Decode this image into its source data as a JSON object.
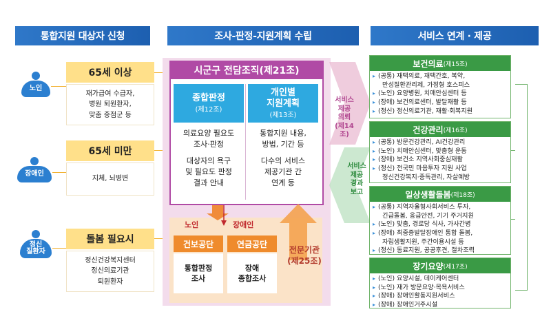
{
  "columns": {
    "apply": "통합지원 대상자 신청",
    "plan": "조사-판정-지원계획 수립",
    "service": "서비스 연계 · 제공"
  },
  "targets": [
    {
      "avatar": "노인",
      "title": "65세 이상",
      "desc": [
        "재가급여 수급자,",
        "병원 퇴원환자,",
        "맞춤 중점군 등"
      ]
    },
    {
      "avatar": "장애인",
      "title": "65세 미만",
      "desc": [
        "지체, 뇌병변"
      ]
    },
    {
      "avatar_lines": [
        "정신",
        "질환자"
      ],
      "title": "돌봄 필요시",
      "desc": [
        "정신건강복지센터",
        "정신의료기관",
        "퇴원환자"
      ]
    }
  ],
  "council": {
    "title": "시군구 전담조직(제21조)",
    "left": {
      "title": "종합판정",
      "article": "(제12조)",
      "lines": [
        "의료요양 필요도",
        "조사·판정",
        "",
        "대상자의 욕구",
        "및 필요도 판정",
        "결과 안내"
      ]
    },
    "right": {
      "title_lines": [
        "개인별",
        "지원계획"
      ],
      "article": "(제13조)",
      "lines": [
        "통합지원 내용,",
        "방법, 기간 등",
        "",
        "다수의 서비스",
        "제공기관 간",
        "연계 등"
      ]
    }
  },
  "lower": {
    "label_elderly": "노인",
    "label_disabled": "장애인",
    "agencies": [
      {
        "title": "건보공단",
        "body": [
          "통합판정",
          "조사"
        ]
      },
      {
        "title": "연금공단",
        "body": [
          "장애",
          "종합조사"
        ]
      }
    ],
    "expert": [
      "전문기관",
      "(제25조)"
    ]
  },
  "side_labels": {
    "request": [
      "서비스",
      "제공",
      "의뢰",
      "(제14조)"
    ],
    "report": [
      "서비스",
      "제공",
      "경과",
      "보고"
    ]
  },
  "services": [
    {
      "title": "보건의료",
      "article": "(제15조)",
      "items": [
        {
          "t": "(공통) 재택의료, 재택간호, 복약,"
        },
        {
          "t": "만성질환관리제, 가정형 호스피스",
          "cont": true
        },
        {
          "t": "(노인) 요양병원, 치매안심센터 등"
        },
        {
          "t": "(장애) 보건의료센터, 발달재활 등"
        },
        {
          "t": "(정신) 정신의료기관, 재활·회복지원"
        }
      ]
    },
    {
      "title": "건강관리",
      "article": "(제16조)",
      "items": [
        {
          "t": "(공통) 방문건강관리, AI건강관리"
        },
        {
          "t": "(노인) 치매안심센터, 맞춤형 운동"
        },
        {
          "t": "(장애) 보건소 지역사회중심재활"
        },
        {
          "t": "(정신) 전국민 마음투자 지원 사업"
        },
        {
          "t": "정신건강복지·중독관리, 자살예방",
          "cont": true
        }
      ]
    },
    {
      "title": "일상생활돌봄",
      "article": "(제18조)",
      "items": [
        {
          "t": "(공통) 지역자율형사회서비스 투자,"
        },
        {
          "t": "긴급돌봄, 응급안전, 기기 주거지원",
          "cont": true
        },
        {
          "t": "(노인) 맞춤, 경로당 식사, 가사간병"
        },
        {
          "t": "(장애) 최중증발달장애인 통합 돌봄,"
        },
        {
          "t": "자립생활지원, 주간이용시설 등",
          "cont": true
        },
        {
          "t": "(정신) 동료지원, 공공후견, 절차조력"
        }
      ]
    },
    {
      "title": "장기요양",
      "article": "(제17조)",
      "items": [
        {
          "t": "(노인) 요양시설, 데이케어센터"
        },
        {
          "t": "(노인) 재가 방문요양·목욕서비스"
        },
        {
          "t": "(장애) 장애인활동지원서비스"
        },
        {
          "t": "(장애) 장애인거주시설"
        }
      ]
    }
  ],
  "colors": {
    "header_blue": "#1d5fb0",
    "council_purple": "#b04aa5",
    "subhead_blue": "#2ea9e0",
    "agency_orange": "#ef8b2c",
    "service_green": "#3a9a45",
    "target_yellow": "#ffe08a"
  }
}
